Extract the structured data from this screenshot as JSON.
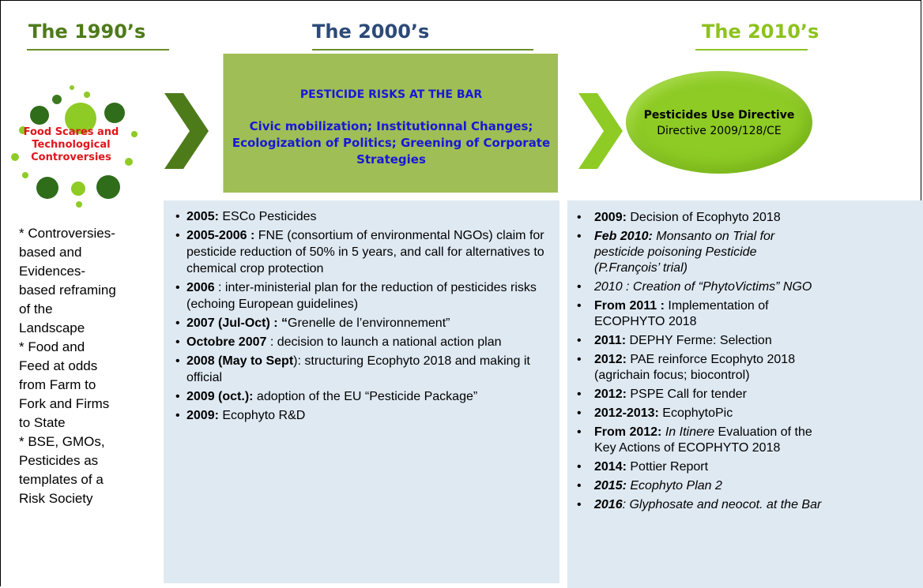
{
  "eras": {
    "e1990": "The 1990’s",
    "e2000": "The 2000’s",
    "e2010": "The 2010’s"
  },
  "scares_label": "Food Scares and Technological Controversies",
  "center_box": {
    "title": "PESTICIDE RISKS AT THE BAR",
    "subtitle": "Civic mobilization; Institutionnal Changes; Ecologization of Politics; Greening of Corporate Strategies"
  },
  "directive": {
    "title": "Pesticides Use Directive",
    "subtitle": "Directive 2009/128/CE"
  },
  "left_text": [
    "* Controversies-",
    "based and",
    "Evidences-",
    "based reframing",
    "of the",
    "Landscape",
    "* Food and",
    "Feed at odds",
    "from Farm to",
    "Fork and Firms",
    "to State",
    "* BSE, GMOs,",
    "Pesticides as",
    "templates of a",
    "Risk Society"
  ],
  "mid_items": [
    {
      "bold": "2005:",
      "rest": " ESCo Pesticides"
    },
    {
      "bold": "2005-2006 :",
      "rest": " FNE (consortium of environmental NGOs) claim for pesticide reduction of 50% in 5 years, and call for alternatives to chemical crop protection"
    },
    {
      "bold": "2006",
      "rest": " : inter-ministerial plan for the reduction of pesticides risks (echoing European guidelines)"
    },
    {
      "bold": "2007 (Jul-Oct) : “",
      "rest": "Grenelle de l’environnement”"
    },
    {
      "bold": "Octobre 2007",
      "rest": " : decision to launch a national action plan"
    },
    {
      "bold": "2008 (May to Sept",
      "rest": "): structuring Ecophyto 2018 and making it official"
    },
    {
      "bold": " 2009 (oct.):",
      "rest": " adoption of the EU “Pesticide Package”"
    },
    {
      "bold": "2009:",
      "rest": " Ecophyto R&D"
    }
  ],
  "right_items": [
    {
      "bold": "2009:",
      "rest": " Decision of Ecophyto 2018"
    },
    {
      "bold": "Feb 2010:",
      "rest": " Monsanto on Trial for",
      "rest2": "pesticide poisoning  Pesticide",
      "rest3": "(P.François’ trial)",
      "italic": true
    },
    {
      "bold": "",
      "rest": "2010 : Creation of “PhytoVictims” NGO",
      "italic": true
    },
    {
      "bold": "From 2011 :",
      "rest": " Implementation of",
      "rest2": "ECOPHYTO 2018"
    },
    {
      "bold": "2011:",
      "rest": " DEPHY Ferme: Selection"
    },
    {
      "bold": "2012:",
      "rest": " PAE reinforce Ecophyto 2018",
      "rest2": "(agrichain focus; biocontrol)"
    },
    {
      "bold": "2012:",
      "rest": " PSPE Call for tender"
    },
    {
      "bold": "2012-2013:",
      "rest": " EcophytoPic"
    },
    {
      "bold": "From 2012:",
      "rest": " In Itinere Evaluation of the",
      "rest2": "Key Actions of ECOPHYTO 2018",
      "partialItalic": "In Itinere"
    },
    {
      "bold": "2014:",
      "rest": " Pottier Report"
    },
    {
      "bold": "2015:",
      "rest": " Ecophyto Plan 2",
      "italic": true
    },
    {
      "bold": "2016",
      "rest": ": Glyphosate and neocot. at the Bar",
      "italic": true
    }
  ],
  "colors": {
    "era1990": "#4e7b1a",
    "era2000": "#2c4a78",
    "era2010": "#8dc21f",
    "center_box_bg": "#9fbe55",
    "ellipse_bg": "#8ecb25",
    "panel_bg": "#dfe9f2",
    "scare_text": "#e3141b",
    "box_text": "#1818d6"
  }
}
